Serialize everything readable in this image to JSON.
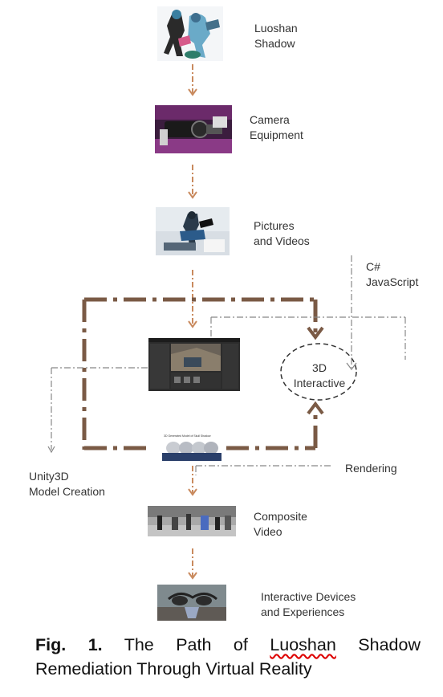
{
  "steps": {
    "luoshan_shadow": "Luoshan\nShadow",
    "camera": "Camera\nEquipment",
    "pictures": "Pictures\nand Videos",
    "composite": "Composite\nVideo",
    "devices": "Interactive Devices\nand Experiences"
  },
  "side_labels": {
    "scripts": "C#\nJavaScript",
    "interactive_3d": "3D\nInteractive",
    "unity": "Unity3D\nModel Creation",
    "rendering": "Rendering"
  },
  "thumbnail_caption": "3D Generated Model of Skull Shadow",
  "caption": {
    "fig": "Fig.",
    "num": "1.",
    "line1_pre": "The Path of",
    "luoshan": "Luoshan",
    "line1_post": "Shadow",
    "line2": "Remediation Through Virtual Reality"
  },
  "colors": {
    "arrow": "#c98a5e",
    "thick_line": "#7a5a45",
    "thin_line": "#888888"
  }
}
